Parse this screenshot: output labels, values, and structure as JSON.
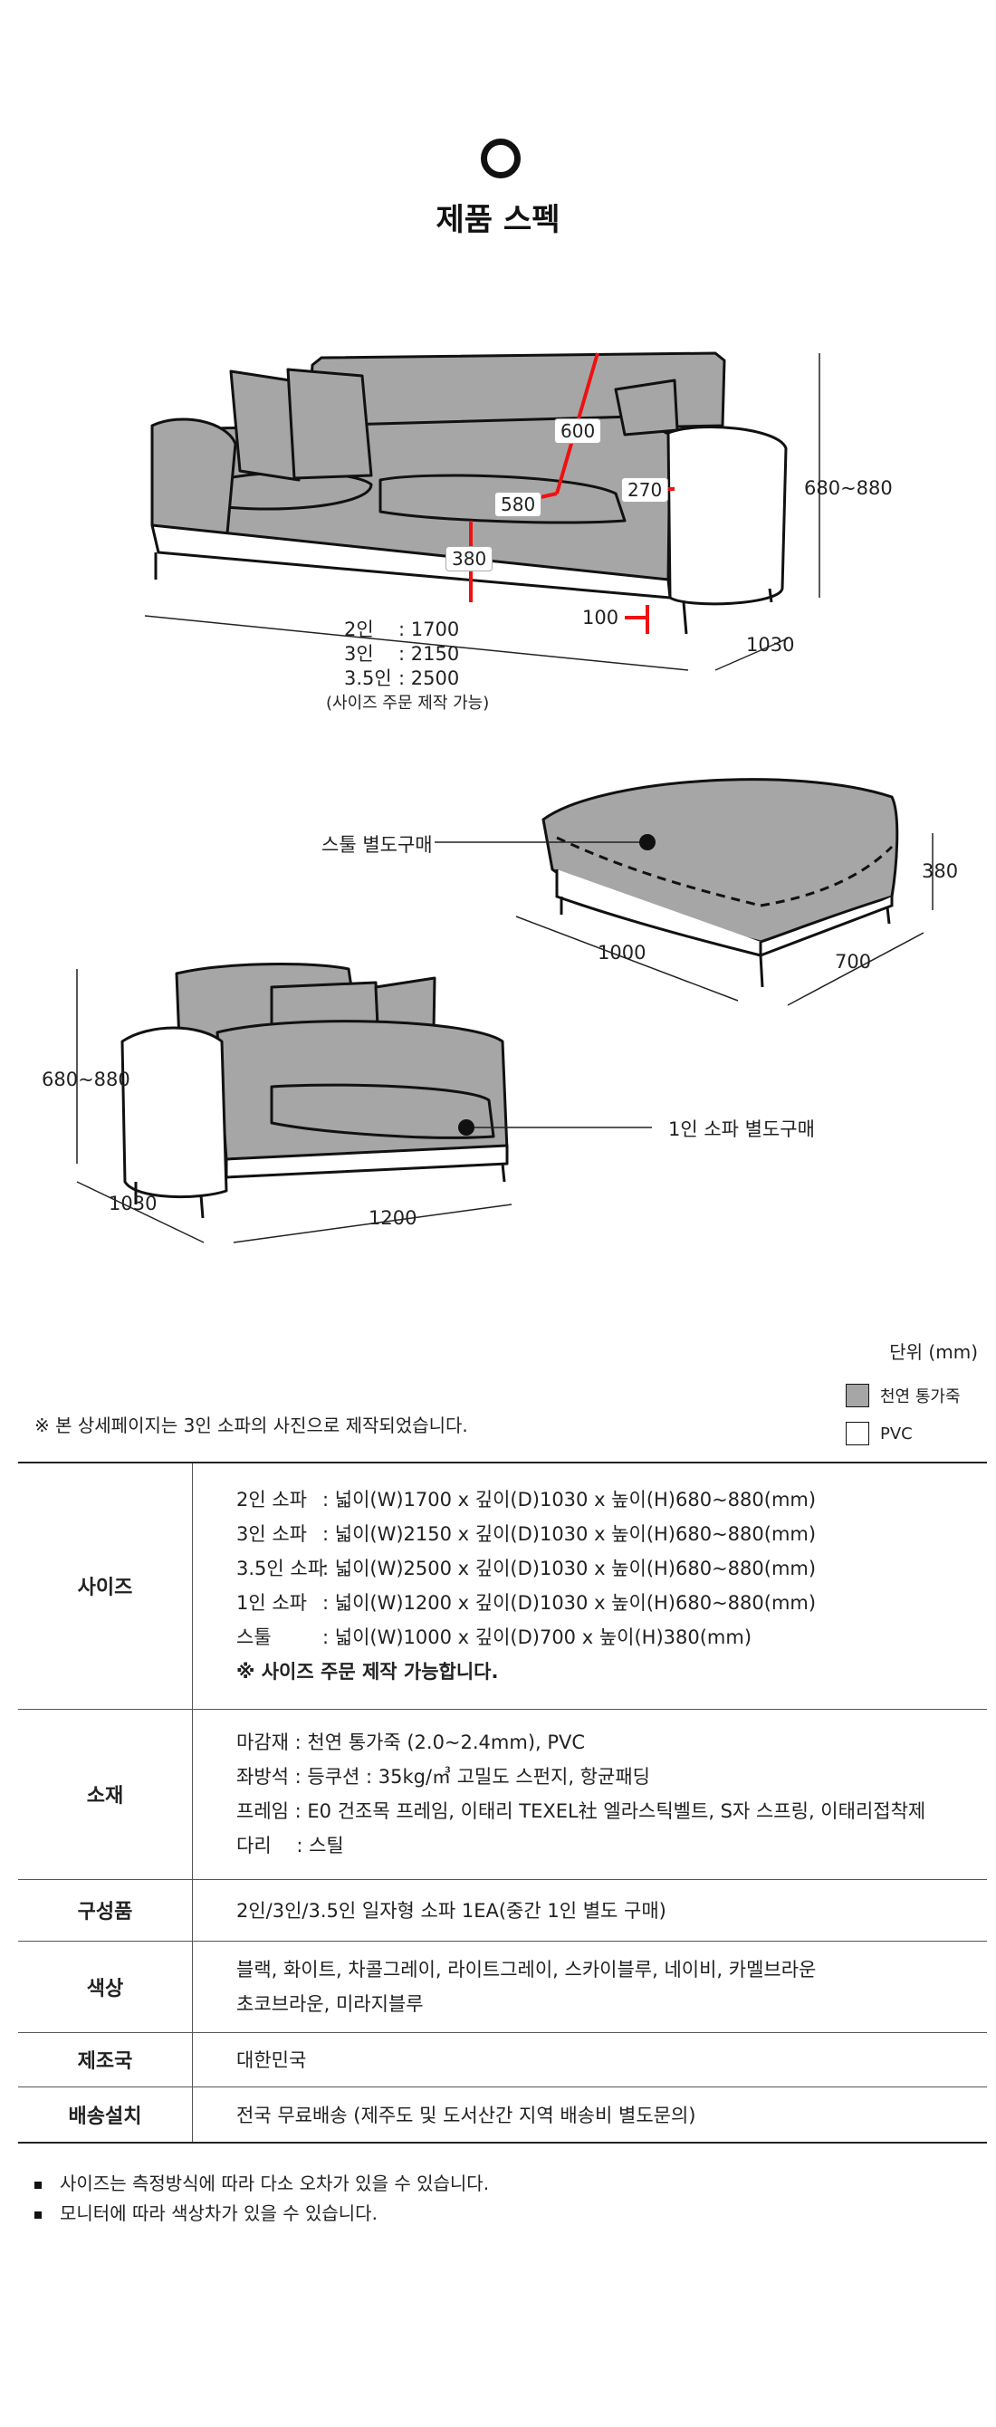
{
  "section": {
    "title": "제품 스펙"
  },
  "sofa": {
    "dims": {
      "back": "600",
      "seat": "580",
      "arm": "270",
      "seat_height": "380",
      "leg": "100",
      "height": "680~880",
      "depth": "1030"
    },
    "widths": [
      {
        "type": "2인",
        "value": ": 1700"
      },
      {
        "type": "3인",
        "value": ": 2150"
      },
      {
        "type": "3.5인",
        "value": ": 2500"
      }
    ],
    "note": "(사이즈 주문 제작 가능)"
  },
  "stool": {
    "label": "스툴 별도구매",
    "width": "1000",
    "depth": "700",
    "height": "380"
  },
  "single": {
    "label": "1인 소파 별도구매",
    "height": "680~880",
    "depth": "1030",
    "width": "1200"
  },
  "legend": {
    "unit": "단위 (mm)",
    "items": [
      {
        "label": "천연 통가죽",
        "color": "#a6a6a6"
      },
      {
        "label": "PVC",
        "color": "#ffffff"
      }
    ]
  },
  "notice": "※ 본 상세페이지는 3인 소파의 사진으로 제작되었습니다.",
  "spec": {
    "size": {
      "head": "사이즈",
      "rows": [
        {
          "k": "2인 소파",
          "v": ": 넓이(W)1700 x 깊이(D)1030 x 높이(H)680~880(mm)"
        },
        {
          "k": "3인 소파",
          "v": ": 넓이(W)2150 x 깊이(D)1030 x 높이(H)680~880(mm)"
        },
        {
          "k": "3.5인 소파",
          "v": ": 넓이(W)2500 x 깊이(D)1030 x 높이(H)680~880(mm)"
        },
        {
          "k": "1인 소파",
          "v": ": 넓이(W)1200 x 깊이(D)1030 x 높이(H)680~880(mm)"
        },
        {
          "k": "스툴",
          "v": ": 넓이(W)1000 x 깊이(D)700 x 높이(H)380(mm)"
        }
      ],
      "custom": "※ 사이즈 주문 제작 가능합니다."
    },
    "material": {
      "head": "소재",
      "lines": [
        "마감재 : 천연 통가죽 (2.0~2.4mm), PVC",
        "좌방석 : 등쿠션 : 35kg/㎥ 고밀도 스펀지, 항균패딩",
        "프레임 : E0 건조목 프레임, 이태리 TEXEL社 엘라스틱벨트, S자 스프링, 이태리접착제",
        "다리 　: 스틸"
      ]
    },
    "components": {
      "head": "구성품",
      "value": "2인/3인/3.5인 일자형 소파 1EA(중간 1인 별도 구매)"
    },
    "colors": {
      "head": "색상",
      "lines": [
        "블랙, 화이트, 차콜그레이, 라이트그레이, 스카이블루, 네이비, 카멜브라운",
        "초코브라운, 미라지블루"
      ]
    },
    "origin": {
      "head": "제조국",
      "value": "대한민국"
    },
    "shipping": {
      "head": "배송설치",
      "value": "전국 무료배송 (제주도 및 도서산간 지역 배송비 별도문의)"
    }
  },
  "footnotes": [
    "사이즈는 측정방식에 따라 다소 오차가 있을 수 있습니다.",
    "모니터에 따라 색상차가 있을 수 있습니다."
  ]
}
